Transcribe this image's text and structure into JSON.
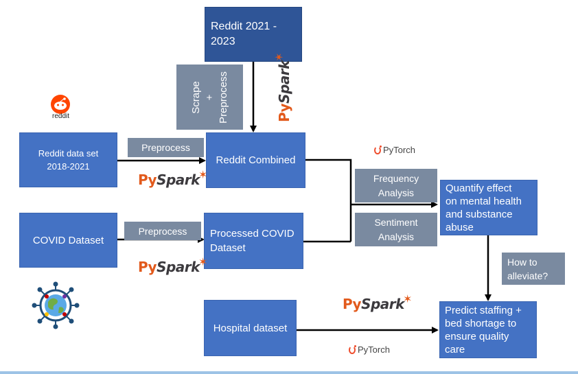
{
  "boxes": {
    "reddit_2021_2023": "Reddit 2021 -\n2023",
    "reddit_data_set": "Reddit data set\n2018-2021",
    "reddit_combined": "Reddit Combined",
    "covid_dataset": "COVID Dataset",
    "processed_covid": "Processed COVID\nDataset",
    "hospital_dataset": "Hospital dataset",
    "quantify_effect": "Quantify effect\non mental health\nand substance\nabuse",
    "predict_staffing": "Predict staffing +\nbed shortage to\nensure quality\ncare"
  },
  "steps": {
    "scrape": "Scrape",
    "plus": "+",
    "preprocess_vertical": "Preprocess",
    "preprocess_reddit": "Preprocess",
    "preprocess_covid": "Preprocess",
    "frequency_analysis": "Frequency\nAnalysis",
    "sentiment_analysis": "Sentiment\nAnalysis",
    "how_to_alleviate": "How to\nalleviate?"
  },
  "logos": {
    "reddit_wordmark": "reddit",
    "pyspark_py": "Py",
    "pyspark_spark": "Spark",
    "pytorch": "PyTorch"
  },
  "colors": {
    "box_blue": "#4472c4",
    "box_dark_blue": "#2f5597",
    "step_gray": "#7a8aa0",
    "arrow": "#000000",
    "pyspark_orange": "#e25a1c",
    "reddit_orange": "#ff4500"
  }
}
